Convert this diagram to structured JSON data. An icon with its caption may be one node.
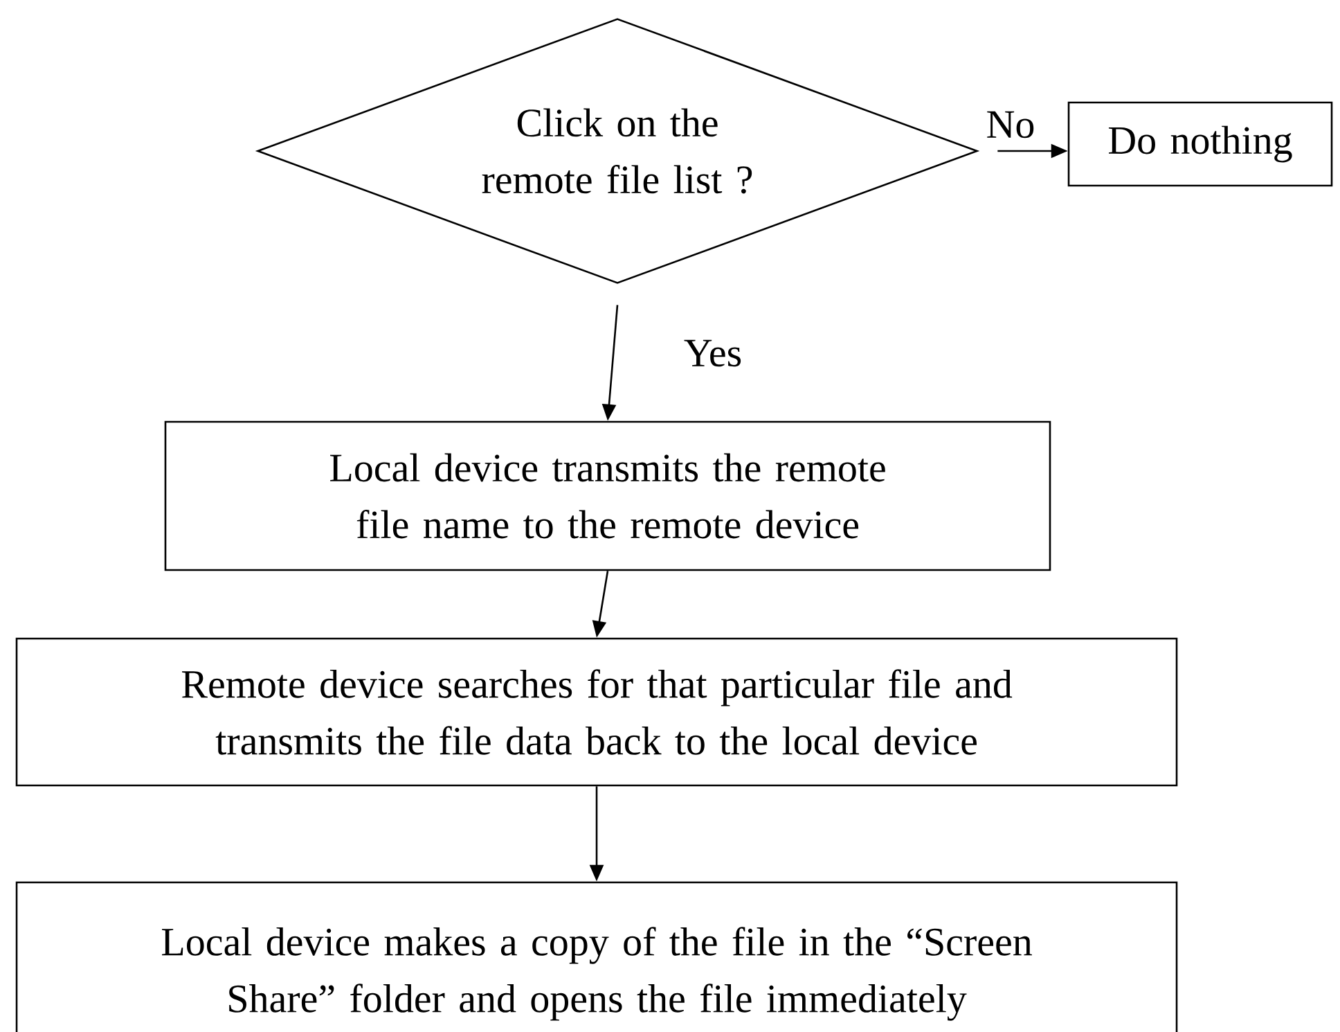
{
  "diagram": {
    "nodes": [
      {
        "text": [
          "Click on the remote file list ?"
        ]
      },
      {
        "text": [
          "Do nothing"
        ]
      },
      {
        "text": [
          "Local device transmits the remote file name to the remote device"
        ]
      },
      {
        "text": [
          "Remote device searches for that particular file and transmits the file data back to the local device"
        ]
      },
      {
        "text": [
          "Local device makes a copy of the file in the “Screen Share” folder and opens the file immediately"
        ]
      }
    ],
    "edges": [
      {
        "from": 0,
        "to": 1,
        "arrow": "to",
        "label": "No"
      },
      {
        "from": 0,
        "to": 2,
        "arrow": "to",
        "label": "Yes"
      },
      {
        "from": 2,
        "to": 3,
        "arrow": "to"
      },
      {
        "from": 3,
        "to": 4,
        "arrow": "to"
      }
    ]
  }
}
